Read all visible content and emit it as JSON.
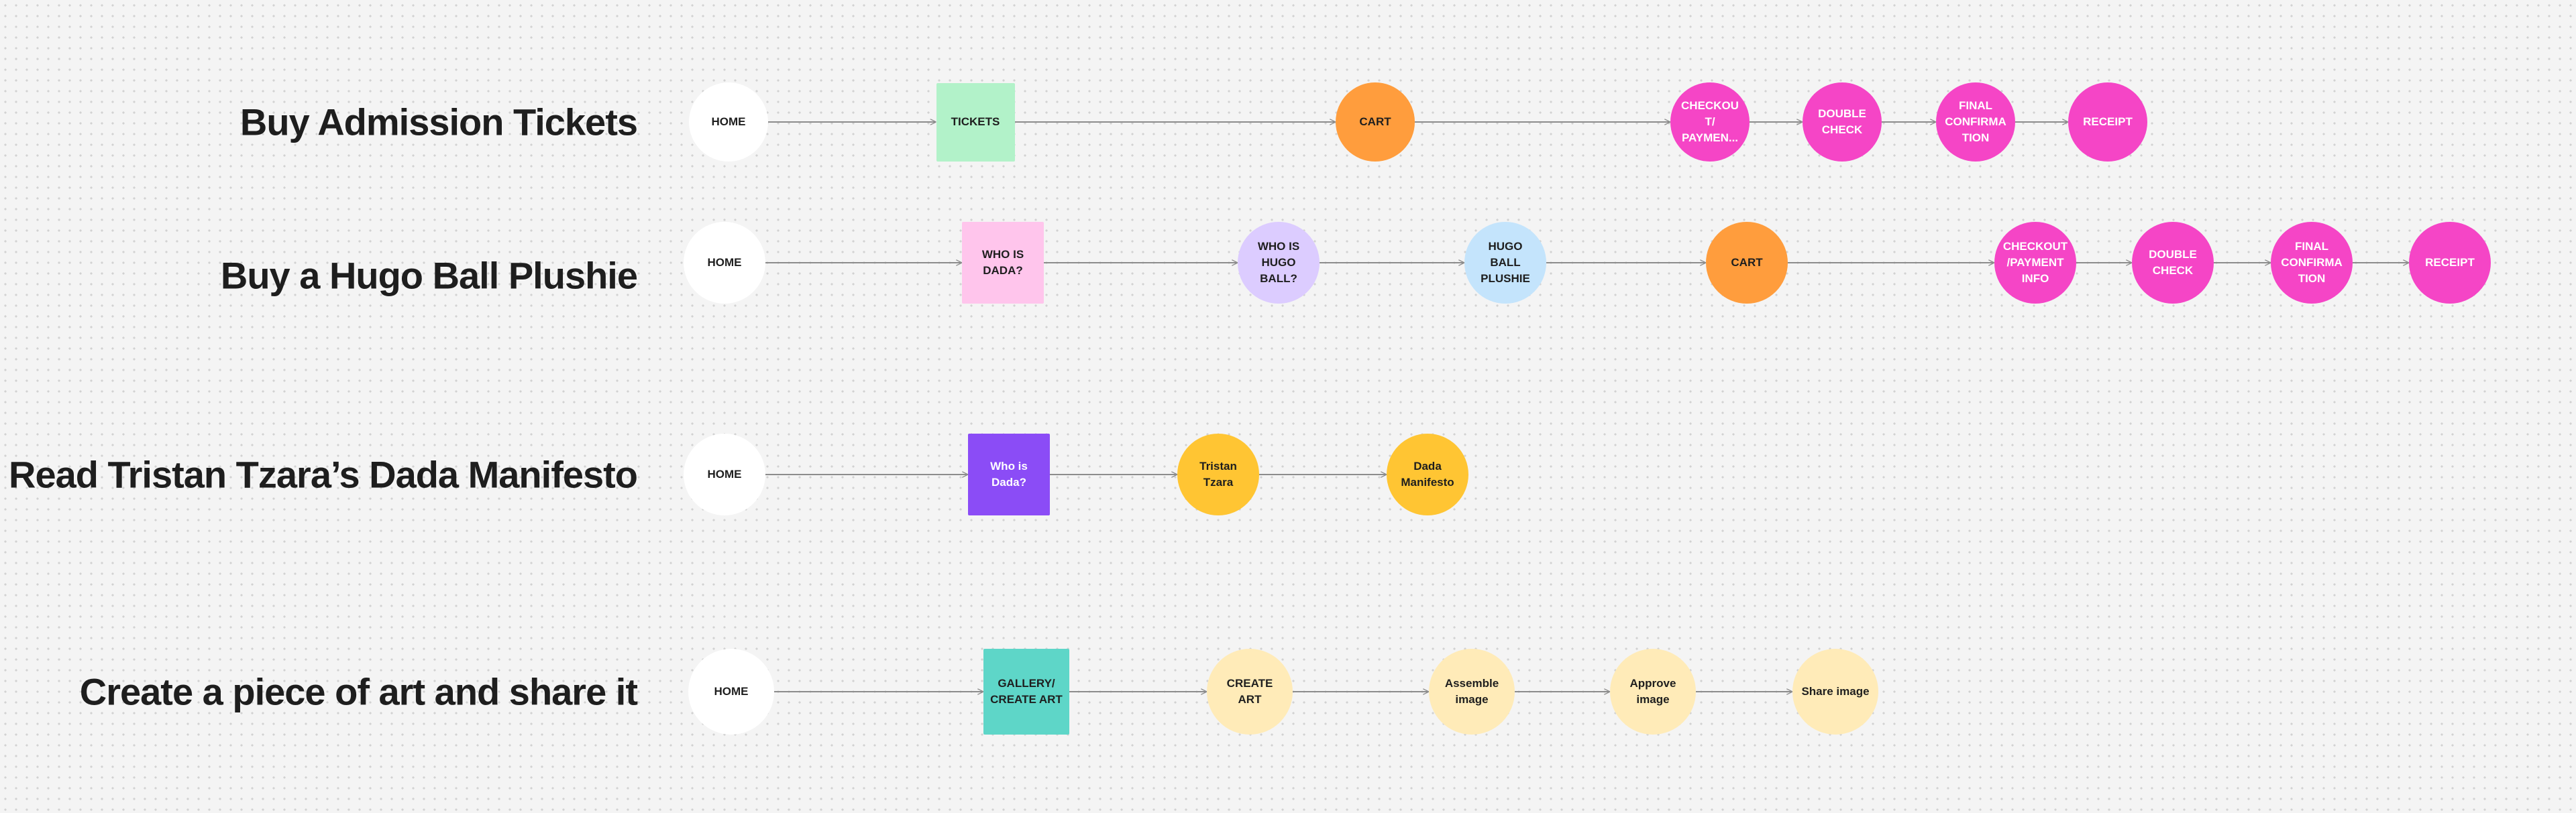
{
  "colors": {
    "home": "#ffffff",
    "green": "#b2f2c9",
    "orange": "#ff9d3d",
    "magenta": "#f545c6",
    "pink": "#ffc5ec",
    "lavender": "#dcccff",
    "light_blue": "#c4e4fc",
    "purple": "#8b4cf6",
    "yellow": "#ffc533",
    "teal": "#5ed6c8",
    "cream": "#ffebb8",
    "edge": "#8c8c8c",
    "title": "#1e1e1e"
  },
  "flows": [
    {
      "title": "Buy Admission Tickets",
      "nodes": [
        {
          "label": "HOME",
          "shape": "circle",
          "color": "home"
        },
        {
          "label": "TICKETS",
          "shape": "square",
          "color": "green"
        },
        {
          "label": "CART",
          "shape": "circle",
          "color": "orange"
        },
        {
          "label": "CHECKOU\nT/\nPAYMEN...",
          "shape": "circle",
          "color": "magenta",
          "light": true
        },
        {
          "label": "DOUBLE\nCHECK",
          "shape": "circle",
          "color": "magenta",
          "light": true
        },
        {
          "label": "FINAL\nCONFIRMA\nTION",
          "shape": "circle",
          "color": "magenta",
          "light": true
        },
        {
          "label": "RECEIPT",
          "shape": "circle",
          "color": "magenta",
          "light": true
        }
      ]
    },
    {
      "title": "Buy a Hugo Ball Plushie",
      "nodes": [
        {
          "label": "HOME",
          "shape": "circle",
          "color": "home"
        },
        {
          "label": "WHO IS\nDADA?",
          "shape": "square",
          "color": "pink"
        },
        {
          "label": "WHO IS\nHUGO\nBALL?",
          "shape": "circle",
          "color": "lavender"
        },
        {
          "label": "HUGO\nBALL\nPLUSHIE",
          "shape": "circle",
          "color": "light_blue"
        },
        {
          "label": "CART",
          "shape": "circle",
          "color": "orange"
        },
        {
          "label": "CHECKOUT\n/PAYMENT\nINFO",
          "shape": "circle",
          "color": "magenta",
          "light": true
        },
        {
          "label": "DOUBLE\nCHECK",
          "shape": "circle",
          "color": "magenta",
          "light": true
        },
        {
          "label": "FINAL\nCONFIRMA\nTION",
          "shape": "circle",
          "color": "magenta",
          "light": true
        },
        {
          "label": "RECEIPT",
          "shape": "circle",
          "color": "magenta",
          "light": true
        }
      ]
    },
    {
      "title": "Read Tristan Tzara’s Dada Manifesto",
      "nodes": [
        {
          "label": "HOME",
          "shape": "circle",
          "color": "home"
        },
        {
          "label": "Who is\nDada?",
          "shape": "square",
          "color": "purple",
          "light": true
        },
        {
          "label": "Tristan\nTzara",
          "shape": "circle",
          "color": "yellow"
        },
        {
          "label": "Dada\nManifesto",
          "shape": "circle",
          "color": "yellow"
        }
      ]
    },
    {
      "title": "Create a piece of art and share it",
      "nodes": [
        {
          "label": "HOME",
          "shape": "circle",
          "color": "home"
        },
        {
          "label": "GALLERY/\nCREATE ART",
          "shape": "square",
          "color": "teal"
        },
        {
          "label": "CREATE\nART",
          "shape": "circle",
          "color": "cream"
        },
        {
          "label": "Assemble\nimage",
          "shape": "circle",
          "color": "cream"
        },
        {
          "label": "Approve\nimage",
          "shape": "circle",
          "color": "cream"
        },
        {
          "label": "Share image",
          "shape": "circle",
          "color": "cream"
        }
      ]
    }
  ]
}
